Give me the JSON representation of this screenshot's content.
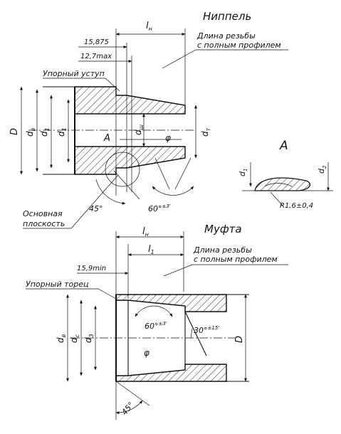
{
  "nipple": {
    "title": "Ниппель",
    "lh": "l",
    "lh_sub": "н",
    "thread_note_1": "Длина резьбы",
    "thread_note_2": "с полным профилем",
    "dim_15875": "15,875",
    "dim_127": "12,7max",
    "shoulder": "Упорный уступ",
    "D": "D",
    "d_v": "d",
    "d_v_sub": "в",
    "d1_mark": "d",
    "d1_sub": "1",
    "d1_plain": "d",
    "d1_plain_sub": "1",
    "d_sh": "d",
    "d_sh_sub": "ш",
    "d_t": "d",
    "d_t_sub": "т",
    "phi": "φ",
    "A": "А",
    "plane_1": "Основная",
    "plane_2": "плоскость",
    "angle_45": "45°",
    "angle_60": "60°",
    "angle_60_tol": "±3'"
  },
  "detail": {
    "A": "А",
    "d1": "d",
    "d1_sub": "1",
    "d2": "d",
    "d2_sub": "2",
    "radius": "R1,6±0,4"
  },
  "coupling": {
    "title": "Муфта",
    "lh": "l",
    "lh_sub": "н",
    "l1": "l",
    "l1_sub": "1",
    "thread_note_1": "Длина резьбы",
    "thread_note_2": "с полным профилем",
    "dim_159": "15,9min",
    "face": "Упорный торец",
    "angle_60": "60°",
    "angle_60_tol": "±3'",
    "angle_30": "30°",
    "angle_30_tol": "±15'",
    "D": "D",
    "d_v": "d",
    "d_v_sub": "в",
    "d_c": "d",
    "d_c_sub": "с",
    "d_3": "d",
    "d_3_sub": "3",
    "phi": "φ",
    "angle_45": "45°"
  }
}
